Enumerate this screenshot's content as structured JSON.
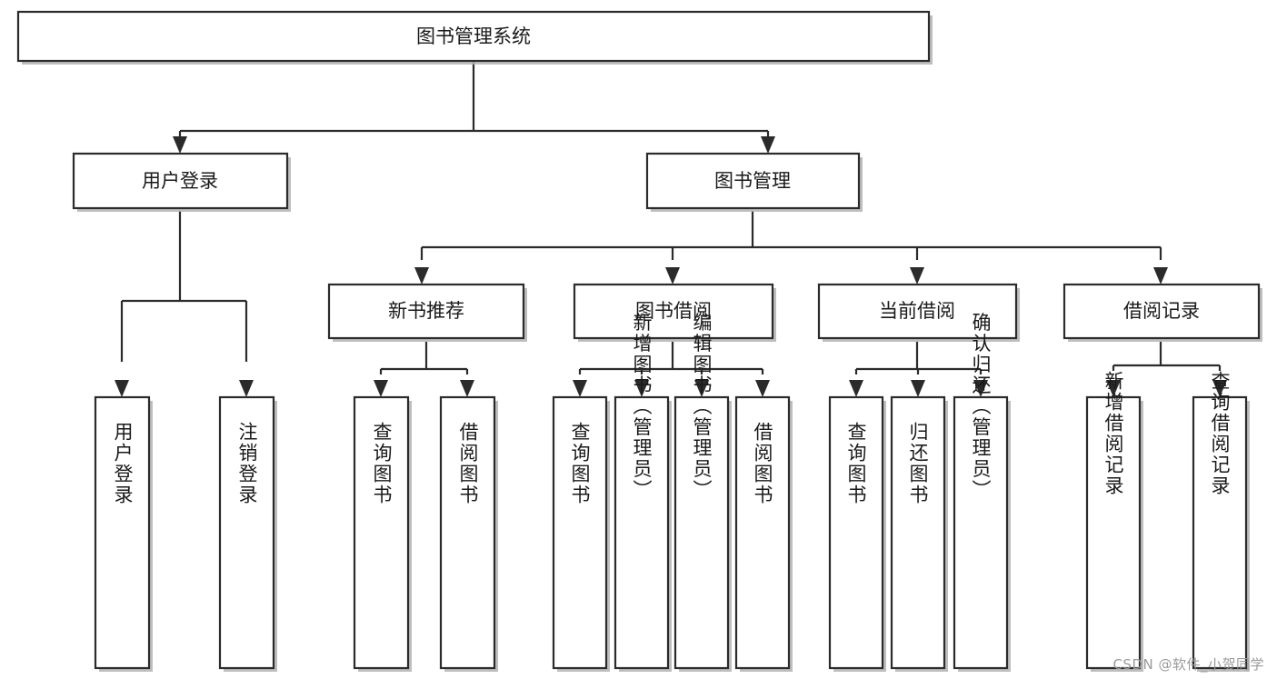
{
  "diagram": {
    "type": "tree-hierarchy",
    "title": "图书管理系统",
    "watermark": "CSDN @软件_小贺同学",
    "colors": {
      "box_stroke": "#2b2b2b",
      "box_fill": "#ffffff",
      "text": "#1a1a1a",
      "watermark": "#9a9a9a",
      "background": "#ffffff"
    },
    "root": {
      "label": "图书管理系统"
    },
    "level2": [
      {
        "label": "用户登录"
      },
      {
        "label": "图书管理"
      }
    ],
    "level3": [
      {
        "label": "新书推荐"
      },
      {
        "label": "图书借阅"
      },
      {
        "label": "当前借阅"
      },
      {
        "label": "借阅记录"
      }
    ],
    "groups": [
      {
        "parent": "用户登录",
        "leaves": [
          {
            "label": "用户登录"
          },
          {
            "label": "注销登录"
          }
        ]
      },
      {
        "parent": "新书推荐",
        "leaves": [
          {
            "label": "查询图书"
          },
          {
            "label": "借阅图书"
          }
        ]
      },
      {
        "parent": "图书借阅",
        "leaves": [
          {
            "label": "查询图书"
          },
          {
            "label": "新增图书（管理员）"
          },
          {
            "label": "编辑图书（管理员）"
          },
          {
            "label": "借阅图书"
          }
        ]
      },
      {
        "parent": "当前借阅",
        "leaves": [
          {
            "label": "查询图书"
          },
          {
            "label": "归还图书"
          },
          {
            "label": "确认归还（管理员）"
          }
        ]
      },
      {
        "parent": "借阅记录",
        "leaves": [
          {
            "label": "新增借阅记录"
          },
          {
            "label": "查询借阅记录"
          }
        ]
      }
    ]
  }
}
